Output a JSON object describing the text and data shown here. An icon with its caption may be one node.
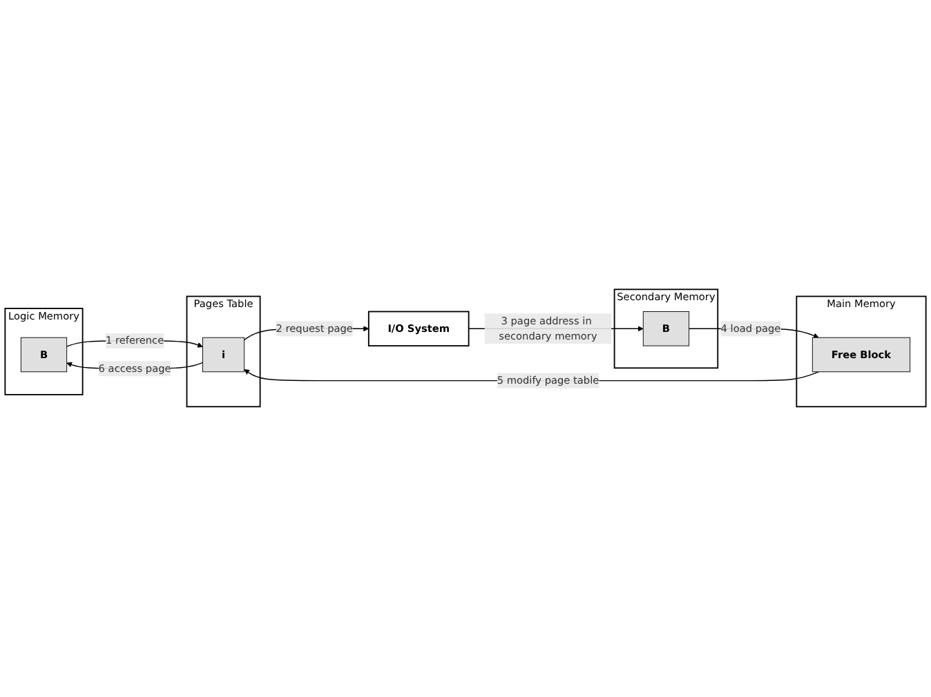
{
  "diagram": {
    "nodes": [
      {
        "text": [
          "Logic Memory"
        ]
      },
      {
        "text": [
          "B"
        ],
        "in": 0
      },
      {
        "text": [
          "I/O System"
        ]
      },
      {
        "text": [
          "Pages Table"
        ]
      },
      {
        "text": [
          "i"
        ],
        "in": 3
      },
      {
        "text": [
          "Secondary Memory"
        ]
      },
      {
        "text": [
          "B"
        ],
        "in": 5
      },
      {
        "text": [
          "Main Memory"
        ]
      },
      {
        "text": [
          "Free Block"
        ],
        "in": 7
      }
    ],
    "edges": [
      {
        "from": 1,
        "to": 4,
        "arrow": "to",
        "label": "1 reference"
      },
      {
        "from": 4,
        "to": 2,
        "arrow": "to",
        "label": "2 request page"
      },
      {
        "from": 2,
        "to": 6,
        "arrow": "to",
        "label": "3 page address in secondary memory"
      },
      {
        "from": 6,
        "to": 8,
        "arrow": "to",
        "label": "4 load page"
      },
      {
        "from": 8,
        "to": 4,
        "arrow": "to",
        "label": "5 modify page table"
      },
      {
        "from": 4,
        "to": 1,
        "arrow": "to",
        "label": "6 access page"
      }
    ]
  }
}
